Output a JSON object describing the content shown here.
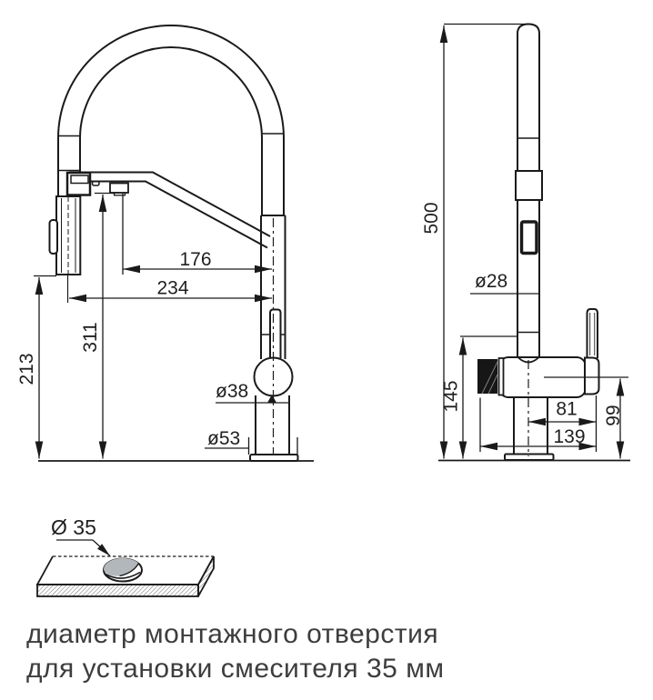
{
  "front_view": {
    "dim_spout_reach": "176",
    "dim_total_reach": "234",
    "dim_spout_height": "311",
    "dim_spray_height": "213",
    "dim_handle_diameter": "ø38",
    "dim_base_diameter": "ø53"
  },
  "side_view": {
    "dim_total_height": "500",
    "dim_tube_diameter": "ø28",
    "dim_body_height": "145",
    "dim_handle_offset": "81",
    "dim_base_depth": "139",
    "dim_handle_height": "99"
  },
  "mounting": {
    "hole_diameter_label": "Ø 35"
  },
  "caption": {
    "line1": "диаметр монтажного отверстия",
    "line2": "для установки смесителя 35 мм"
  }
}
